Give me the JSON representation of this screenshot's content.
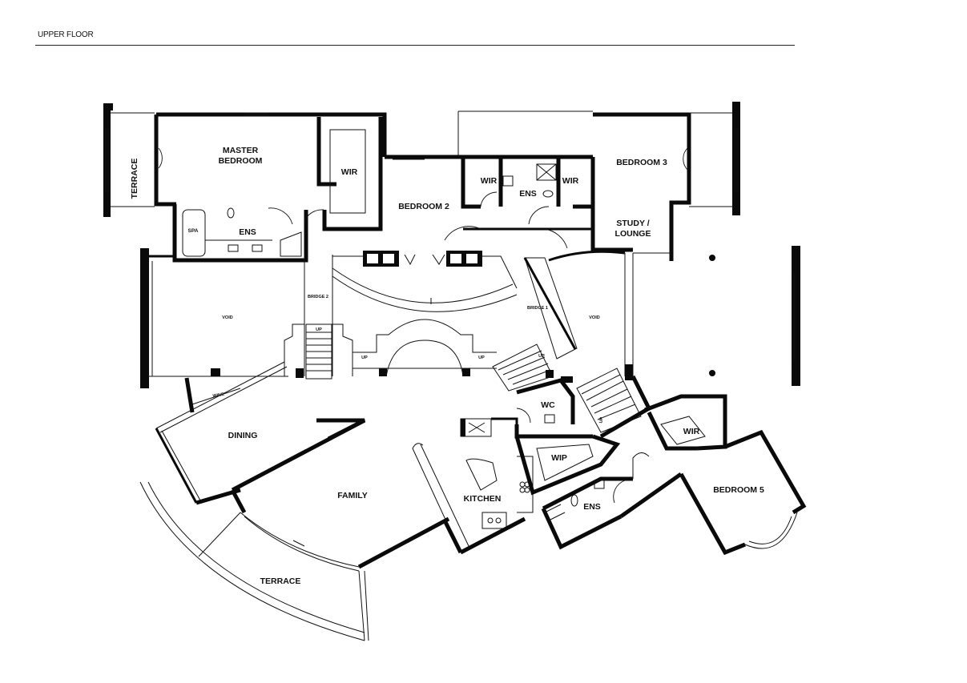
{
  "header": {
    "title": "UPPER FLOOR"
  },
  "rooms": {
    "terrace_left": "TERRACE",
    "master_bedroom_line1": "MASTER",
    "master_bedroom_line2": "BEDROOM",
    "wir_master": "WIR",
    "spa": "SPA",
    "ens_master": "ENS",
    "bedroom_2": "BEDROOM 2",
    "wir_b2": "WIR",
    "ens_mid": "ENS",
    "wir_b3": "WIR",
    "bedroom_3": "BEDROOM 3",
    "study_line1": "STUDY /",
    "study_line2": "LOUNGE",
    "void_left": "VOID",
    "void_right": "VOID",
    "bridge_2": "BRIDGE 2",
    "bridge_1": "BRIDGE 1",
    "up_1": "UP",
    "up_2": "UP",
    "up_3": "UP",
    "up_4": "UP",
    "up_5": "UP",
    "wine": "WINE",
    "dining": "DINING",
    "family": "FAMILY",
    "kitchen": "KITCHEN",
    "wc": "WC",
    "wip": "WIP",
    "ens_lower": "ENS",
    "wir_b5": "WIR",
    "bedroom_5": "BEDROOM 5",
    "terrace_bottom": "TERRACE"
  }
}
